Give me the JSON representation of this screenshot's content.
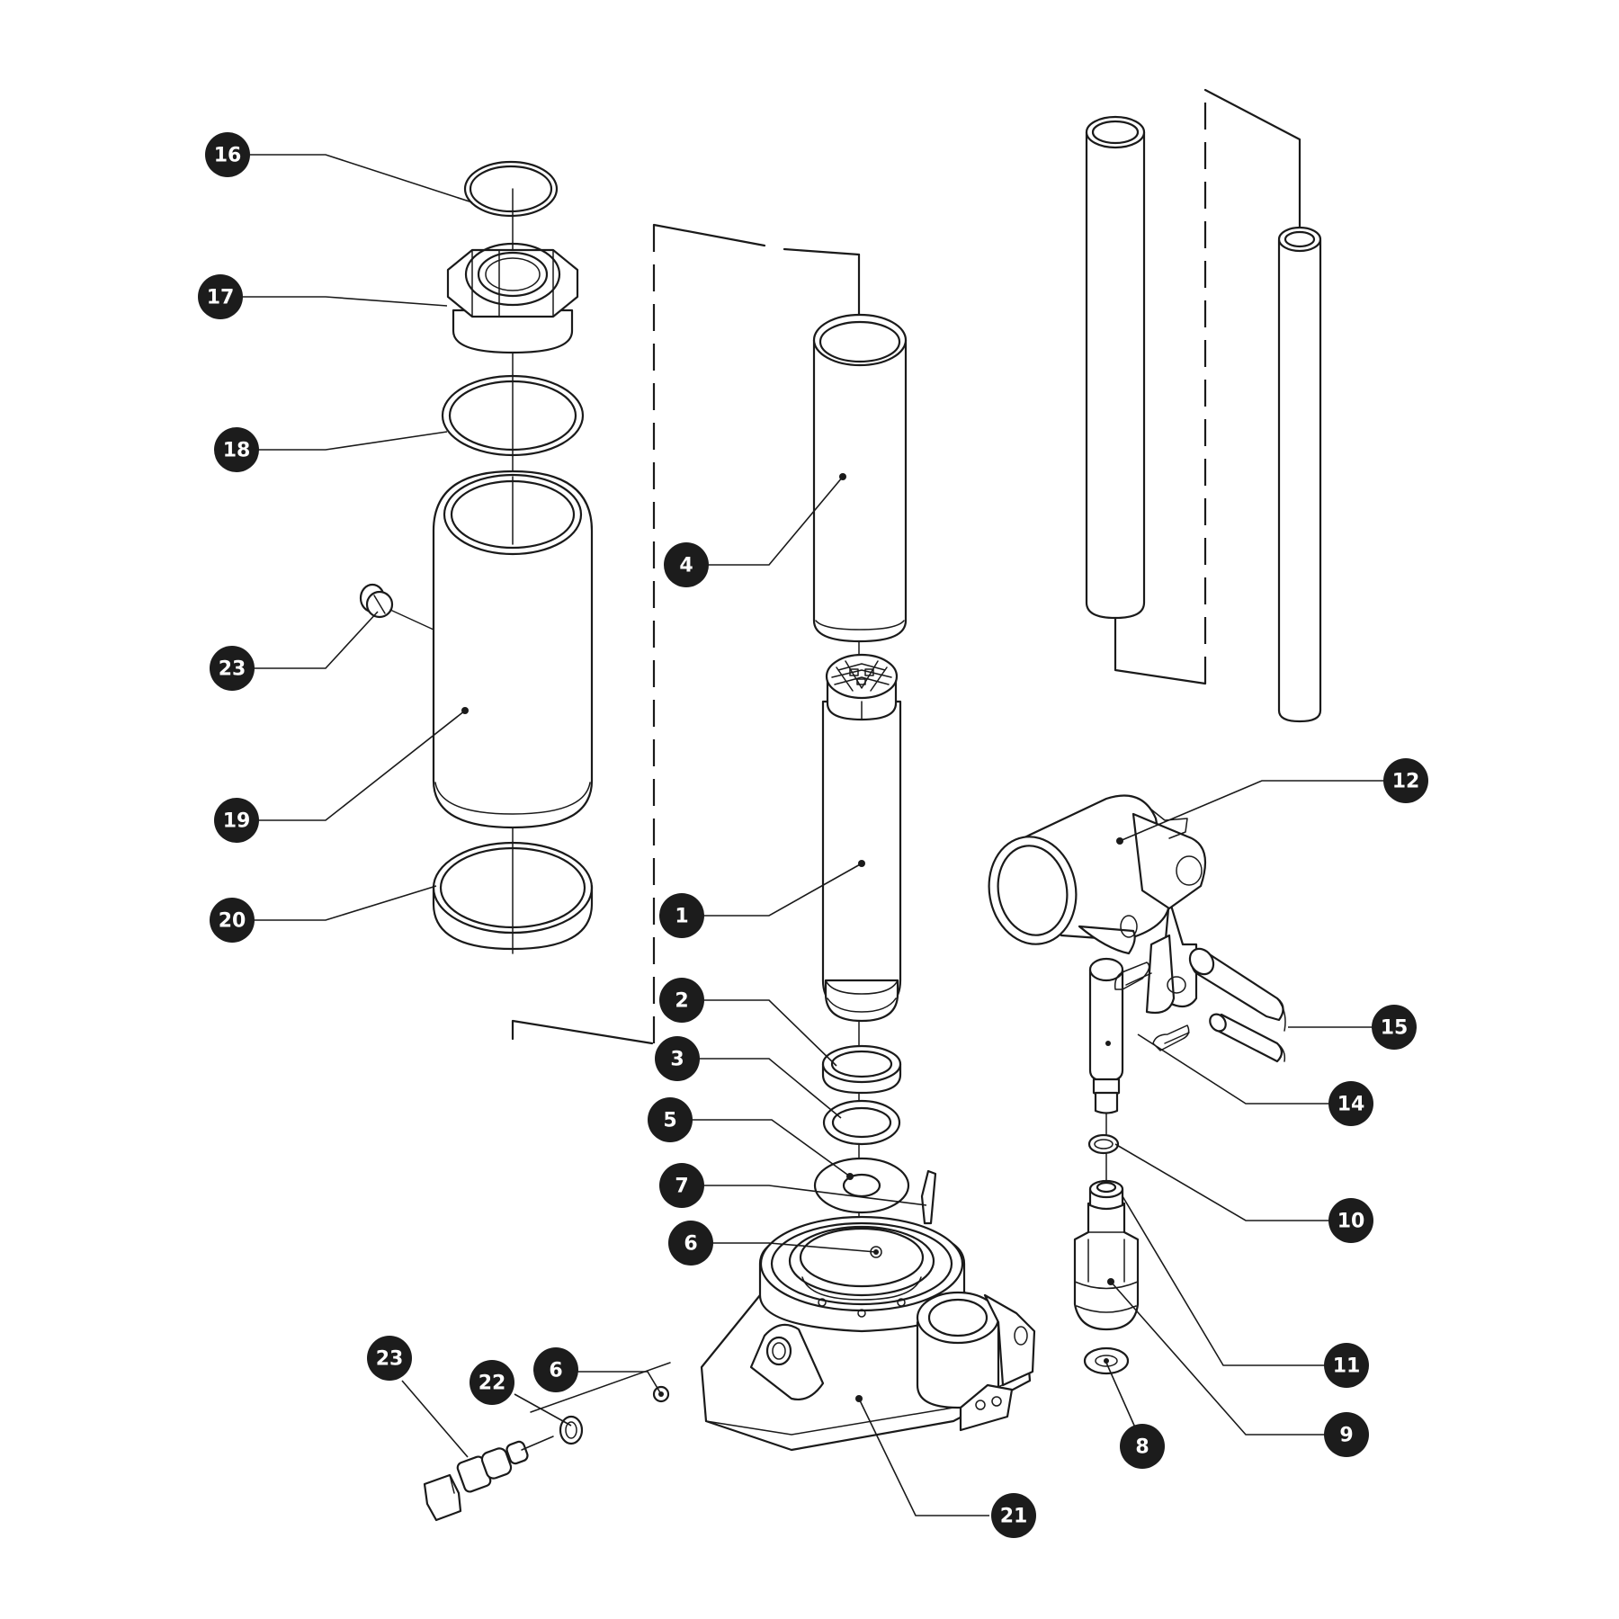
{
  "parts": [
    {
      "id": "p16",
      "number": "16"
    },
    {
      "id": "p17",
      "number": "17"
    },
    {
      "id": "p18",
      "number": "18"
    },
    {
      "id": "p23a",
      "number": "23"
    },
    {
      "id": "p19",
      "number": "19"
    },
    {
      "id": "p20",
      "number": "20"
    },
    {
      "id": "p4",
      "number": "4"
    },
    {
      "id": "p1",
      "number": "1"
    },
    {
      "id": "p2",
      "number": "2"
    },
    {
      "id": "p3",
      "number": "3"
    },
    {
      "id": "p5",
      "number": "5"
    },
    {
      "id": "p7",
      "number": "7"
    },
    {
      "id": "p6a",
      "number": "6"
    },
    {
      "id": "p23b",
      "number": "23"
    },
    {
      "id": "p22",
      "number": "22"
    },
    {
      "id": "p6b",
      "number": "6"
    },
    {
      "id": "p21",
      "number": "21"
    },
    {
      "id": "p12",
      "number": "12"
    },
    {
      "id": "p15",
      "number": "15"
    },
    {
      "id": "p14",
      "number": "14"
    },
    {
      "id": "p10",
      "number": "10"
    },
    {
      "id": "p11",
      "number": "11"
    },
    {
      "id": "p9",
      "number": "9"
    },
    {
      "id": "p8",
      "number": "8"
    }
  ]
}
